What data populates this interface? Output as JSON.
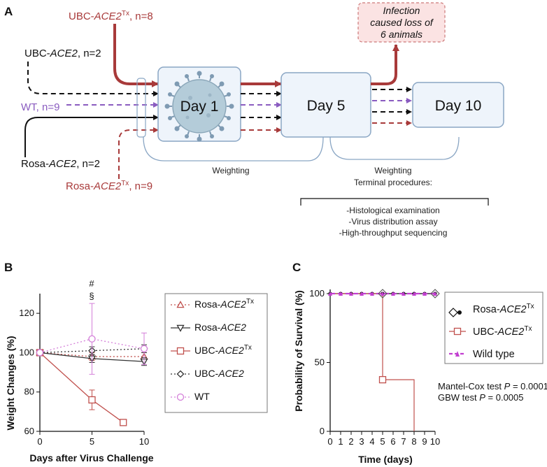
{
  "panel_a": {
    "panel_label": "A",
    "groups": {
      "ubc_tx": {
        "name": "UBC-",
        "gene": "ACE2",
        "sup": "Tx",
        "count": ", n=8"
      },
      "ubc": {
        "name": "UBC-",
        "gene": "ACE2",
        "count": ", n=2"
      },
      "wt": {
        "label": "WT, n=9"
      },
      "rosa": {
        "name": "Rosa-",
        "gene": "ACE2",
        "count": ", n=2"
      },
      "rosa_tx": {
        "name": "Rosa-",
        "gene": "ACE2",
        "sup": "Tx",
        "count": ", n=9"
      }
    },
    "boxes": {
      "day1": "Day 1",
      "day5": "Day 5",
      "day10": "Day 10"
    },
    "infection_note": [
      "Infection",
      "caused loss of",
      "6 animals"
    ],
    "weighting_1": "Weighting",
    "weighting_2": "Weighting",
    "terminal": "Terminal procedures:",
    "procedures": [
      "-Histological examination",
      "-Virus distribution assay",
      "-High-throughput sequencing"
    ],
    "colors": {
      "tx": "#a83a3a",
      "wt": "#8a5cc0",
      "box_fill": "#eef4fb",
      "box_stroke": "#8aa6c4",
      "note_fill": "#fbe3e3"
    }
  },
  "chart_data": [
    {
      "panel_label": "B",
      "type": "line",
      "xlabel": "Days after Virus Challenge",
      "ylabel": "Weight Changes (%)",
      "xticks": [
        "0",
        "5",
        "10"
      ],
      "yticks": [
        "60",
        "80",
        "100",
        "120"
      ],
      "xlim": [
        0,
        10
      ],
      "ylim": [
        60,
        130
      ],
      "annotations": [
        "#",
        "§"
      ],
      "series": [
        {
          "name": "Rosa-ACE2Tx",
          "label_name": "Rosa-",
          "label_gene": "ACE2",
          "label_sup": "Tx",
          "color": "#c0504d",
          "marker": "triangle",
          "dash": "dot",
          "x": [
            0,
            5,
            10
          ],
          "y": [
            100,
            98,
            98
          ],
          "err": [
            0,
            2,
            2
          ]
        },
        {
          "name": "Rosa-ACE2",
          "label_name": "Rosa-",
          "label_gene": "ACE2",
          "label_sup": "",
          "color": "#333333",
          "marker": "triangle-down",
          "dash": "solid",
          "x": [
            0,
            5,
            10
          ],
          "y": [
            100,
            97,
            95.5
          ],
          "err": [
            0,
            2,
            2
          ]
        },
        {
          "name": "UBC-ACE2Tx",
          "label_name": "UBC-",
          "label_gene": "ACE2",
          "label_sup": "Tx",
          "color": "#c0504d",
          "marker": "square",
          "dash": "solid",
          "x": [
            0,
            5,
            8
          ],
          "y": [
            100,
            76,
            64.5
          ],
          "err": [
            0,
            5,
            0
          ]
        },
        {
          "name": "UBC-ACE2",
          "label_name": "UBC-",
          "label_gene": "ACE2",
          "label_sup": "",
          "color": "#333333",
          "marker": "diamond",
          "dash": "dot",
          "x": [
            0,
            5,
            10
          ],
          "y": [
            100,
            101,
            102
          ],
          "err": [
            0,
            2,
            2
          ]
        },
        {
          "name": "WT",
          "label_name": "WT",
          "label_gene": "",
          "label_sup": "",
          "color": "#d47fd9",
          "marker": "circle",
          "dash": "dot",
          "x": [
            0,
            5,
            10
          ],
          "y": [
            100,
            107,
            102
          ],
          "err": [
            0,
            18,
            8
          ]
        }
      ]
    },
    {
      "panel_label": "C",
      "type": "line",
      "xlabel": "Time (days)",
      "ylabel": "Probability of Survival (%)",
      "xticks": [
        "0",
        "1",
        "2",
        "3",
        "4",
        "5",
        "6",
        "7",
        "8",
        "9",
        "10"
      ],
      "yticks": [
        "0",
        "50",
        "100"
      ],
      "xlim": [
        0,
        10
      ],
      "ylim": [
        0,
        100
      ],
      "series": [
        {
          "name": "Rosa-ACE2Tx",
          "label_name": "Rosa-",
          "label_gene": "ACE2",
          "label_sup": "Tx",
          "color": "#111111",
          "step": false,
          "x": [
            0,
            1,
            2,
            3,
            4,
            5,
            6,
            7,
            8,
            9,
            10
          ],
          "y": [
            100,
            100,
            100,
            100,
            100,
            100,
            100,
            100,
            100,
            100,
            100
          ]
        },
        {
          "name": "UBC-ACE2Tx",
          "label_name": "UBC-",
          "label_gene": "ACE2",
          "label_sup": "Tx",
          "color": "#c0504d",
          "step": true,
          "x": [
            0,
            5,
            8
          ],
          "y": [
            100,
            37.5,
            0
          ]
        },
        {
          "name": "Wild type",
          "label_name": "Wild type",
          "label_gene": "",
          "label_sup": "",
          "color": "#c23fd0",
          "step": false,
          "x": [
            0,
            1,
            2,
            3,
            4,
            5,
            6,
            7,
            8,
            9,
            10
          ],
          "y": [
            100,
            100,
            100,
            100,
            100,
            100,
            100,
            100,
            100,
            100,
            100
          ]
        }
      ],
      "stats": [
        {
          "label": "Mantel-Cox test ",
          "p": "P",
          "value": " = 0.0001"
        },
        {
          "label": "GBW test ",
          "p": "P",
          "value": " = 0.0005"
        }
      ]
    }
  ]
}
